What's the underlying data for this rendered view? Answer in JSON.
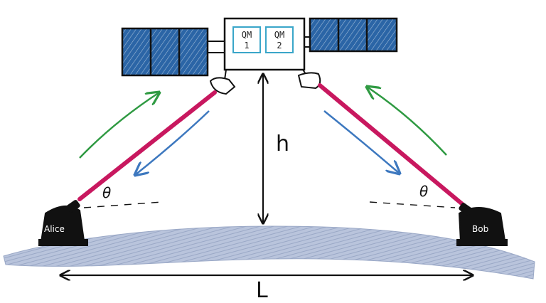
{
  "satellite": {
    "memory_1": {
      "line1": "QM",
      "line2": "1"
    },
    "memory_2": {
      "line1": "QM",
      "line2": "2"
    }
  },
  "stations": {
    "left": {
      "label": "Alice"
    },
    "right": {
      "label": "Bob"
    }
  },
  "labels": {
    "altitude": "h",
    "distance": "L",
    "angle_left": "θ",
    "angle_right": "θ"
  },
  "colors": {
    "laser": "#c8185f",
    "uplink_arrow": "#2f9a42",
    "downlink_arrow": "#3d78bf",
    "solar_panel": "#2b65a6",
    "ground": "#b9c4dc",
    "memory_box": "#3aa6c9",
    "ink": "#111111"
  },
  "icons": [
    "satellite-icon",
    "telescope-icon",
    "ground-station-icon"
  ]
}
